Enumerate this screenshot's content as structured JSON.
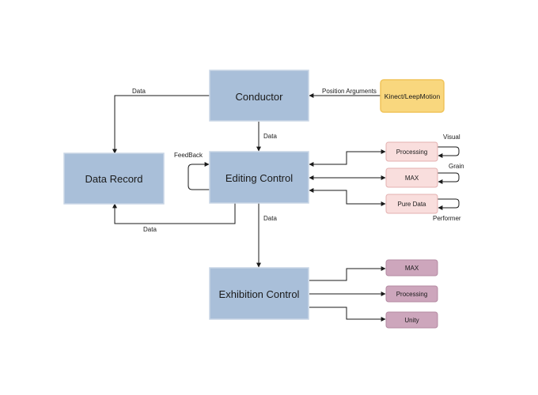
{
  "nodes": {
    "conductor": "Conductor",
    "data_record": "Data Record",
    "editing_control": "Editing Control",
    "exhibition_control": "Exhibition Control",
    "kinect": "Kinect/LeepMotion",
    "processing_edit": "Processing",
    "max_edit": "MAX",
    "pure_data": "Pure Data",
    "max_exhibit": "MAX",
    "processing_exhibit": "Processing",
    "unity": "Unity"
  },
  "edge_labels": {
    "conductor_to_record": "Data",
    "conductor_to_editing": "Data",
    "position_arguments": "Position Arguments",
    "feedback": "FeedBack",
    "editing_to_record": "Data",
    "editing_to_exhibition": "Data",
    "visual": "Visual",
    "grain": "Grain",
    "performer": "Performer"
  },
  "colors": {
    "main_box_fill": "#a9bfd9",
    "main_box_stroke": "#c9d6e6",
    "kinect_fill": "#f9d77e",
    "kinect_stroke": "#f0c45a",
    "tool_fill": "#f9dedd",
    "tool_stroke": "#e4b0b0",
    "exhibit_fill": "#cda6bc",
    "exhibit_stroke": "#b48aa2",
    "line": "#1a1a1a"
  }
}
